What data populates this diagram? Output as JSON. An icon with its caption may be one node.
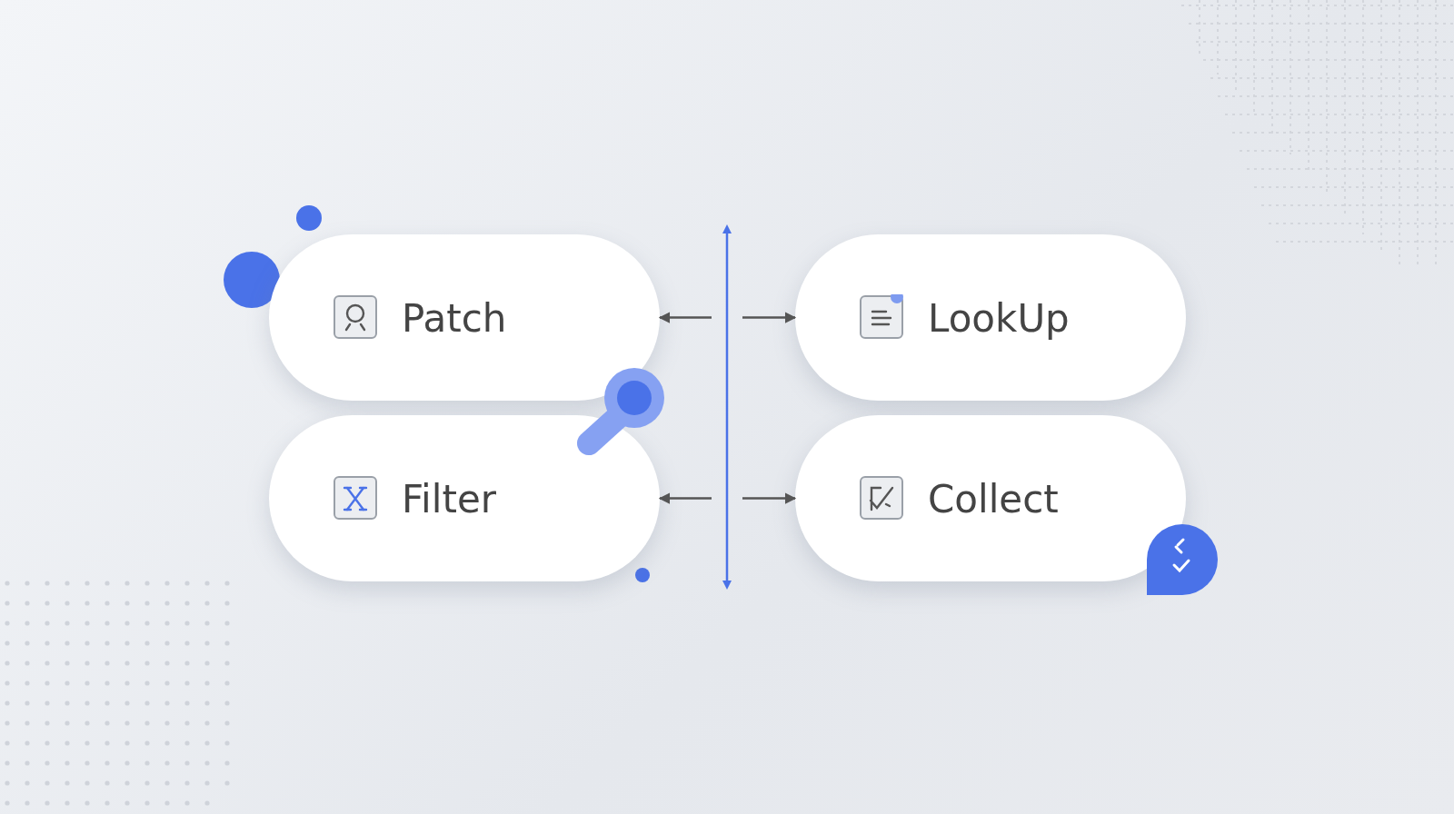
{
  "diagram": {
    "nodes": [
      {
        "text": [
          "Patch"
        ]
      },
      {
        "text": [
          "LookUp"
        ]
      },
      {
        "text": [
          "Filter"
        ]
      },
      {
        "text": [
          "Collect"
        ]
      }
    ],
    "edges": [
      {
        "from": null,
        "to": 0,
        "arrow": "to"
      },
      {
        "from": null,
        "to": 1,
        "arrow": "to"
      },
      {
        "from": null,
        "to": 2,
        "arrow": "to"
      },
      {
        "from": null,
        "to": 3,
        "arrow": "to"
      }
    ]
  }
}
